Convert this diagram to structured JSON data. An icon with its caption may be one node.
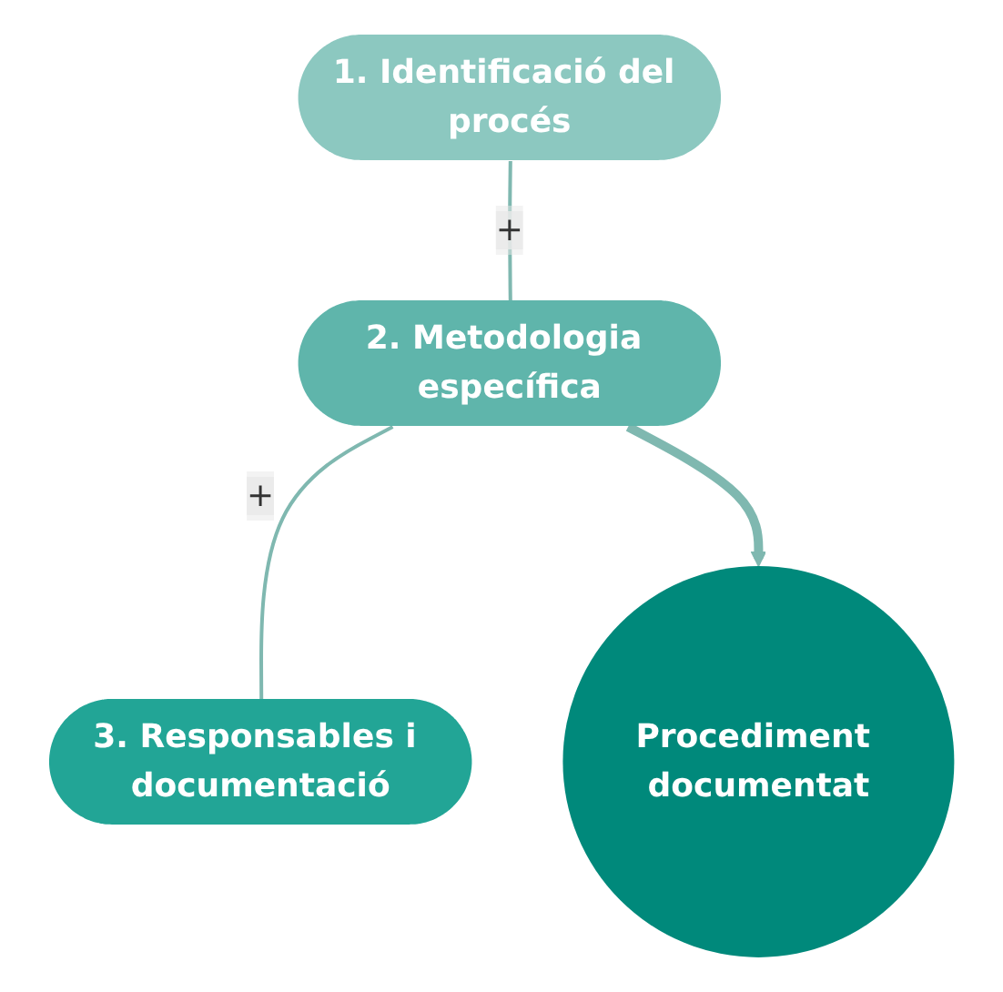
{
  "diagram": {
    "nodes": [
      {
        "text": [
          "1. Identificació del procés"
        ]
      },
      {
        "text": [
          "2. Metodologia específica"
        ]
      },
      {
        "text": [
          "3. Responsables i documentació"
        ]
      },
      {
        "text": [
          "Procediment documentat"
        ]
      }
    ],
    "edges": [
      {
        "from": 0,
        "to": 1,
        "arrow": "none",
        "label": "+"
      },
      {
        "from": 1,
        "to": 2,
        "arrow": "none",
        "label": "+"
      },
      {
        "from": 1,
        "to": 3,
        "arrow": "to",
        "style": "thick"
      }
    ]
  }
}
